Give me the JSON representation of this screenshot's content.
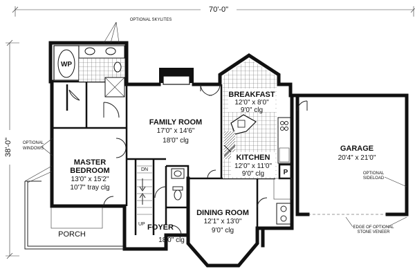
{
  "overall": {
    "width": "70'-0\"",
    "depth": "38'-0\""
  },
  "notes": {
    "skylites": "OPTIONAL SKYLITES",
    "windows": [
      "OPTIONAL",
      "WINDOWS"
    ],
    "sideload": [
      "OPTIONAL",
      "SIDELOAD"
    ],
    "veneer": [
      "EDGE OF OPTIONAL",
      "STONE VENEER"
    ]
  },
  "fixtures": {
    "whirlpool": "WP",
    "pantry": "P",
    "down": "DN",
    "up": "UP"
  },
  "rooms": {
    "family": {
      "name": "FAMILY ROOM",
      "size": "17'0\" x 14'6\"",
      "ceiling": "18'0\" clg"
    },
    "breakfast": {
      "name": "BREAKFAST",
      "size": "12'0\" x 8'0\"",
      "ceiling": "9'0\" clg"
    },
    "kitchen": {
      "name": "KITCHEN",
      "size": "12'0\" x 11'0\"",
      "ceiling": "9'0\" clg"
    },
    "garage": {
      "name": "GARAGE",
      "size": "20'4\" x 21'0\""
    },
    "master": {
      "name": [
        "MASTER",
        "BEDROOM"
      ],
      "size": "13'0\" x 15'2\"",
      "ceiling": "10'7\" tray clg"
    },
    "dining": {
      "name": "DINING ROOM",
      "size": "12'1\" x 13'0\"",
      "ceiling": "9'0\" clg"
    },
    "foyer": {
      "name": "FOYER",
      "ceiling": "18'0\" clg"
    },
    "porch": {
      "name": "PORCH"
    }
  }
}
